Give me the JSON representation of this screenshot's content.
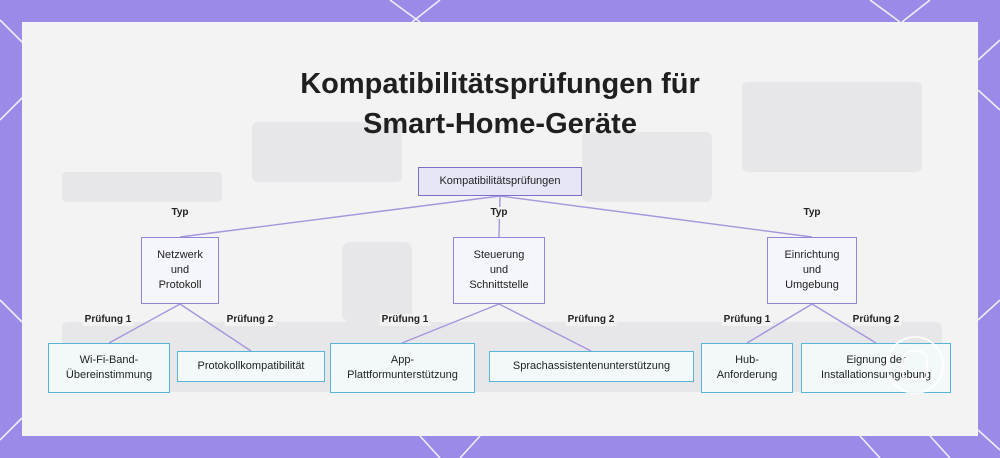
{
  "title_lines": [
    "Kompatibilitätsprüfungen für",
    "Smart-Home-Geräte"
  ],
  "colors": {
    "frame": "#9b8ae8",
    "panel": "#f3f3f4",
    "root_border": "#7b6fc9",
    "category_border": "#8f86d6",
    "leaf_border": "#56b6d8",
    "edge_purple": "#a596dd"
  },
  "root": {
    "label": "Kompatibilitätsprüfungen"
  },
  "categories": [
    {
      "edge_label": "Typ",
      "lines": [
        "Netzwerk",
        "und",
        "Protokoll"
      ],
      "checks": [
        {
          "edge_label": "Prüfung 1",
          "lines": [
            "Wi-Fi-Band-",
            "Übereinstimmung"
          ]
        },
        {
          "edge_label": "Prüfung 2",
          "lines": [
            "Protokollkompatibilität"
          ]
        }
      ]
    },
    {
      "edge_label": "Typ",
      "lines": [
        "Steuerung",
        "und",
        "Schnittstelle"
      ],
      "checks": [
        {
          "edge_label": "Prüfung 1",
          "lines": [
            "App-",
            "Plattformunterstützung"
          ]
        },
        {
          "edge_label": "Prüfung 2",
          "lines": [
            "Sprachassistentenunterstützung"
          ]
        }
      ]
    },
    {
      "edge_label": "Typ",
      "lines": [
        "Einrichtung",
        "und",
        "Umgebung"
      ],
      "checks": [
        {
          "edge_label": "Prüfung 1",
          "lines": [
            "Hub-",
            "Anforderung"
          ]
        },
        {
          "edge_label": "Prüfung 2",
          "lines": [
            "Eignung der",
            "Installationsumgebung"
          ]
        }
      ]
    }
  ]
}
